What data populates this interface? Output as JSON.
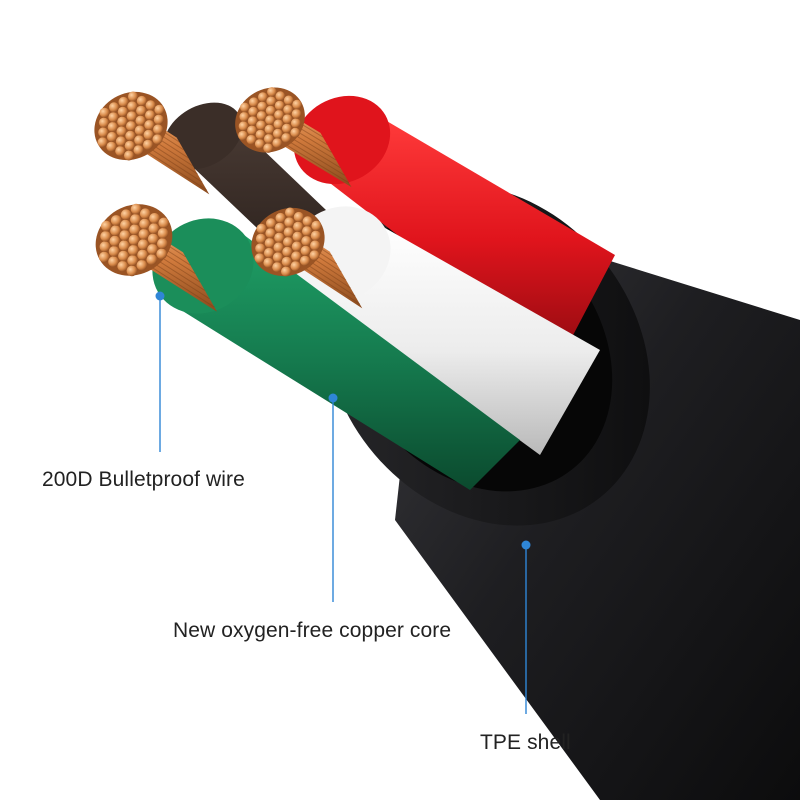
{
  "colors": {
    "accent_blue": "#2f86d6",
    "jacket_black": "#1c1c1e",
    "insulation_red": "#e0141c",
    "insulation_white": "#e9e9e9",
    "insulation_green": "#157a4e",
    "insulation_dark": "#2a201c",
    "copper": "#d9894a"
  },
  "callouts": {
    "bulletproof": {
      "label": "200D Bulletproof wire"
    },
    "copper_core": {
      "label": "New oxygen-free copper core"
    },
    "shell": {
      "label": "TPE shell"
    }
  }
}
